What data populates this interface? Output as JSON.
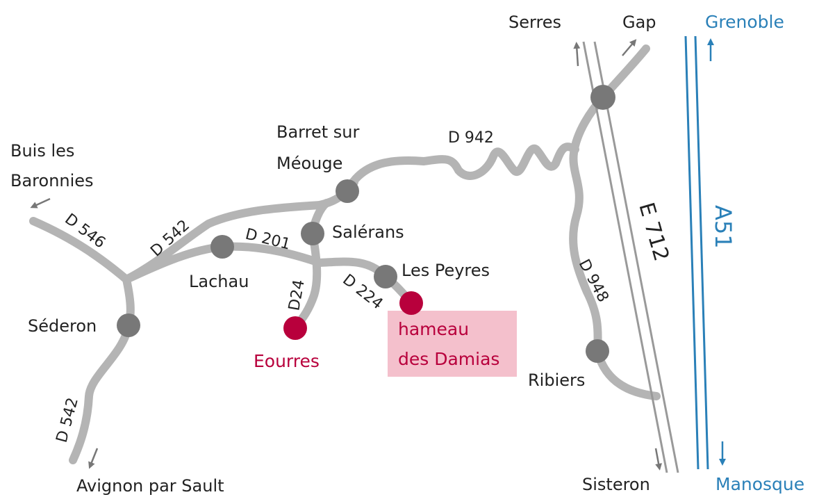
{
  "colors": {
    "road": "#b4b4b4",
    "town": "#787878",
    "highlight_town": "#b8003c",
    "highlight_box": "#f4c0cc",
    "highway_blue": "#2a80b8",
    "text": "#222222",
    "arrow": "#777777"
  },
  "places": {
    "buis": {
      "line1": "Buis les",
      "line2": "Baronnies"
    },
    "barret": {
      "line1": "Barret sur",
      "line2": "Méouge"
    },
    "serres": "Serres",
    "gap": "Gap",
    "grenoble": "Grenoble",
    "salerans": "Salérans",
    "lachau": "Lachau",
    "les_peyres": "Les Peyres",
    "sederon": "Séderon",
    "eourres": "Eourres",
    "damias": {
      "line1": "hameau",
      "line2": "des Damias"
    },
    "ribiers": "Ribiers",
    "avignon": "Avignon par Sault",
    "sisteron": "Sisteron",
    "manosque": "Manosque"
  },
  "roads": {
    "d546": "D 546",
    "d542_upper": "D 542",
    "d542_lower": "D 542",
    "d201": "D 201",
    "d24": "D24",
    "d224": "D 224",
    "d942": "D 942",
    "d948": "D 948",
    "e712": "E 712",
    "a51": "A51"
  }
}
